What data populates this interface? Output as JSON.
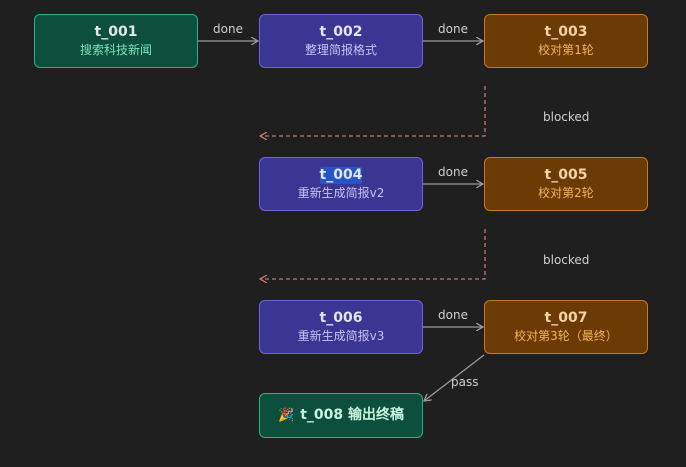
{
  "colors": {
    "background": "#1f1f1f",
    "done_edge": "#9a9a9a",
    "blocked_edge": "#c47b6e"
  },
  "nodes": [
    {
      "key": "t001",
      "id": "t_001",
      "desc": "搜索科技新闻",
      "style": "green"
    },
    {
      "key": "t002",
      "id": "t_002",
      "desc": "整理简报格式",
      "style": "purple"
    },
    {
      "key": "t003",
      "id": "t_003",
      "desc": "校对第1轮",
      "style": "brown"
    },
    {
      "key": "t004",
      "id": "t_004",
      "desc": "重新生成简报v2",
      "style": "purple"
    },
    {
      "key": "t005",
      "id": "t_005",
      "desc": "校对第2轮",
      "style": "brown"
    },
    {
      "key": "t006",
      "id": "t_006",
      "desc": "重新生成简报v3",
      "style": "purple"
    },
    {
      "key": "t007",
      "id": "t_007",
      "desc": "校对第3轮（最终）",
      "style": "brown"
    },
    {
      "key": "t008",
      "id": "t_008 输出终稿",
      "icon": "party-popper-icon",
      "glyph": "🎉",
      "style": "green"
    }
  ],
  "edges": [
    {
      "from": "t_001",
      "to": "t_002",
      "label": "done",
      "kind": "done"
    },
    {
      "from": "t_002",
      "to": "t_003",
      "label": "done",
      "kind": "done"
    },
    {
      "from": "t_003",
      "to": "t_004",
      "label": "blocked",
      "kind": "blocked"
    },
    {
      "from": "t_004",
      "to": "t_005",
      "label": "done",
      "kind": "done"
    },
    {
      "from": "t_005",
      "to": "t_006",
      "label": "blocked",
      "kind": "blocked"
    },
    {
      "from": "t_006",
      "to": "t_007",
      "label": "done",
      "kind": "done"
    },
    {
      "from": "t_007",
      "to": "t_008",
      "label": "pass",
      "kind": "done"
    }
  ]
}
